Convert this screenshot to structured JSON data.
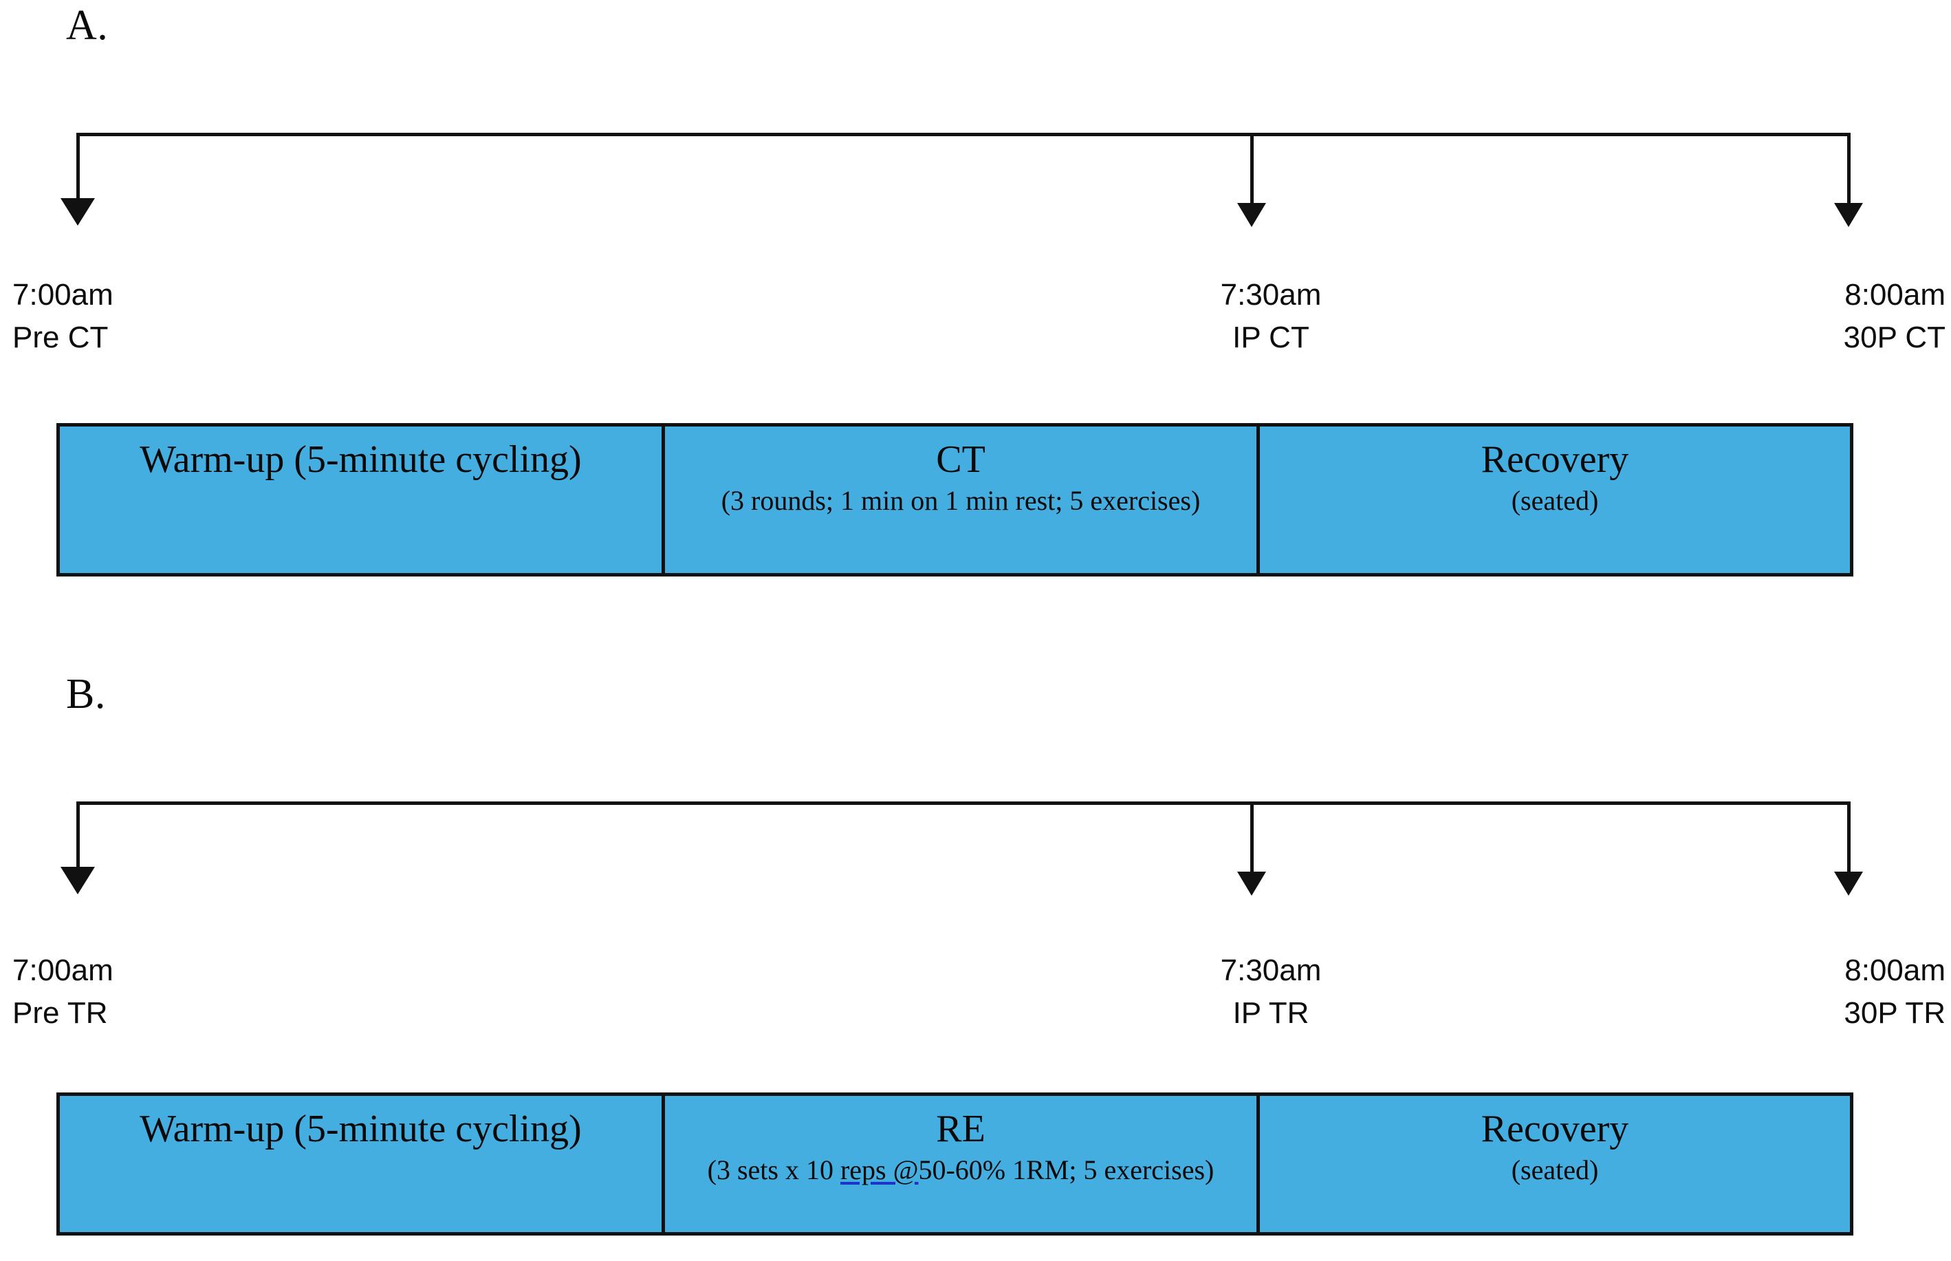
{
  "figure": {
    "type": "experimental-timeline-diagram",
    "accent_color": "#45AEE0",
    "line_color": "#111111",
    "spellcheck_underline_color": "#1b35c9"
  },
  "panels": [
    {
      "letter": "A.",
      "timeline": {
        "ticks": [
          {
            "time": "7:00am",
            "name": "Pre CT"
          },
          {
            "time": "7:30am",
            "name": "IP CT"
          },
          {
            "time": "8:00am",
            "name": "30P CT"
          }
        ]
      },
      "bar": {
        "cells": [
          {
            "title": "Warm-up (5-minute cycling)",
            "sub": ""
          },
          {
            "title": "CT",
            "sub": "(3 rounds; 1 min on 1 min rest; 5 exercises)"
          },
          {
            "title": "Recovery",
            "sub": "(seated)"
          }
        ]
      }
    },
    {
      "letter": "B.",
      "timeline": {
        "ticks": [
          {
            "time": "7:00am",
            "name": "Pre TR"
          },
          {
            "time": "7:30am",
            "name": "IP TR"
          },
          {
            "time": "8:00am",
            "name": "30P TR"
          }
        ]
      },
      "bar": {
        "cells": [
          {
            "title": "Warm-up (5-minute cycling)",
            "sub": ""
          },
          {
            "title": "RE",
            "sub_pre": "(3 sets x 10 ",
            "sub_flagged": "reps @",
            "sub_post": "50-60% 1RM; 5 exercises)"
          },
          {
            "title": "Recovery",
            "sub": "(seated)"
          }
        ]
      }
    }
  ]
}
